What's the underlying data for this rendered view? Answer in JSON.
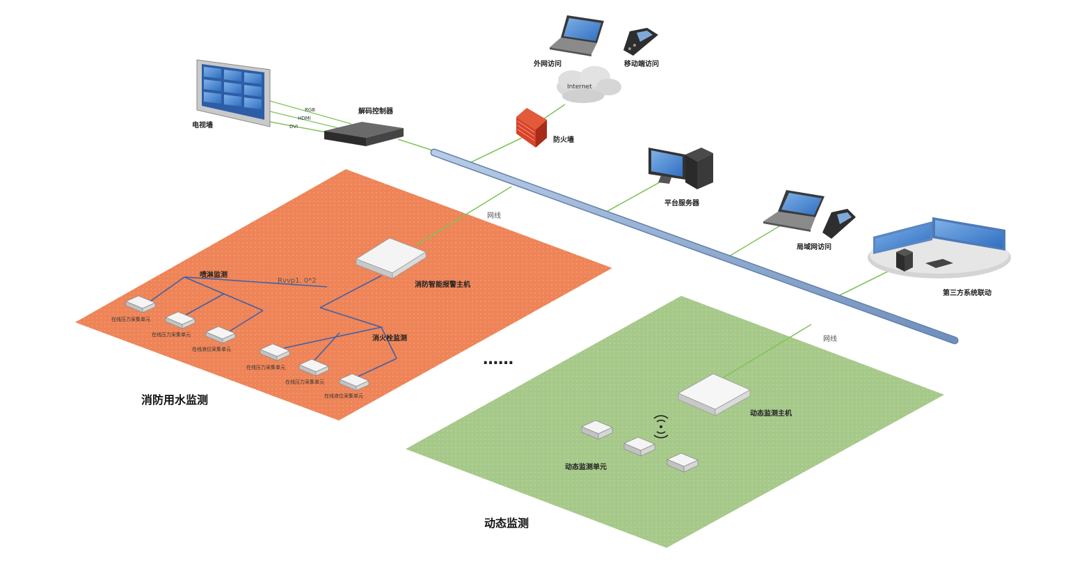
{
  "labels": {
    "video_wall": "电视墙",
    "decoder": "解码控制器",
    "signal_rgb": "RGB",
    "signal_hdmi": "HDMI",
    "signal_dvi": "DVI",
    "external_access": "外网访问",
    "mobile_access": "移动端访问",
    "internet": "Internet",
    "firewall": "防火墙",
    "platform_server": "平台服务器",
    "lan_access": "局域网访问",
    "third_party": "第三方系统联动",
    "cable_1": "网线",
    "cable_2": "网线",
    "alarm_host": "消防智能报警主机",
    "bus_label": "Rvvp1. 0*2",
    "spray_monitor": "喷淋监测",
    "hydrant_monitor": "消火栓监测",
    "unit_pressure": "在线压力采集单元",
    "unit_level": "在线液位采集单元",
    "fire_water_monitoring": "消防用水监测",
    "dynamic_host": "动态监测主机",
    "dynamic_units": "动态监测单元",
    "dynamic_monitoring": "动态监测",
    "ellipsis": "……"
  },
  "colors": {
    "orange_zone": "#ee8457",
    "green_zone": "#a6c98a",
    "backbone": "#8aa6cc",
    "link_green": "#7fc45a",
    "bus_blue": "#3f5fa8"
  }
}
